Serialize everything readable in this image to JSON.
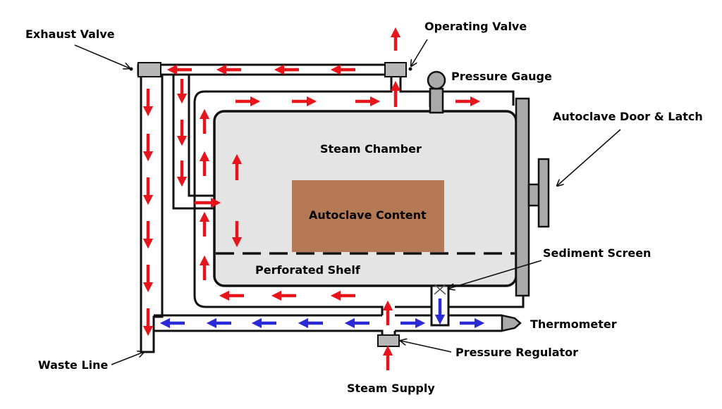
{
  "labels": {
    "exhaust_valve": "Exhaust Valve",
    "operating_valve": "Operating Valve",
    "pressure_gauge": "Pressure Gauge",
    "autoclave_door": "Autoclave Door & Latch",
    "steam_chamber": "Steam Chamber",
    "autoclave_content": "Autoclave Content",
    "sediment_screen": "Sediment Screen",
    "perforated_shelf": "Perforated Shelf",
    "thermometer": "Thermometer",
    "waste_line": "Waste Line",
    "pressure_regulator": "Pressure Regulator",
    "steam_supply": "Steam Supply"
  },
  "colors": {
    "steam_flow": "#e8141c",
    "condensate_flow": "#2a2ad6",
    "chamber_fill": "#e4e4e4",
    "content_fill": "#b57a55",
    "valve_fill": "#b7b7b7",
    "door_fill": "#aaaaaa"
  }
}
